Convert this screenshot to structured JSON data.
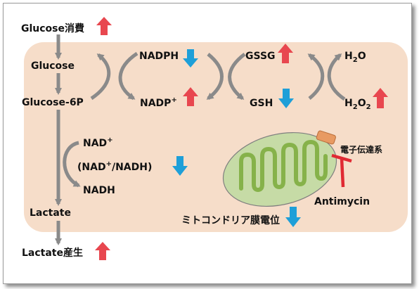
{
  "labels": {
    "glucose_consumption": "Glucose消費",
    "glucose": "Glucose",
    "glucose_6p": "Glucose-6P",
    "nad_plus": "NAD",
    "nad_ratio_prefix": "(NAD",
    "nad_ratio_suffix": "/NADH)",
    "nadh": "NADH",
    "lactate": "Lactate",
    "lactate_production": "Lactate産生",
    "nadph": "NADPH",
    "nadp_plus": "NADP",
    "gssg": "GSSG",
    "gsh": "GSH",
    "h2o_h": "H",
    "h2o_sub": "2",
    "h2o_o": "O",
    "h2o2_h": "H",
    "h2o2_sub1": "2",
    "h2o2_o": "O",
    "h2o2_sub2": "2",
    "etc": "電子伝達系",
    "antimycin": "Antimycin",
    "mito_potential": "ミトコンドリア膜電位",
    "plus_sign": "+"
  },
  "colors": {
    "up_arrow": "#e8474f",
    "down_arrow": "#1e9fd8",
    "background_box": "#f6ddc9",
    "mitochondria_fill": "#c6dba6",
    "mitochondria_cristae": "#86b24a",
    "inhibitor": "#e02a33",
    "etc_block": "#e89a62",
    "pathway_arrow": "#8a8a8a"
  },
  "indicators": {
    "glucose_consumption": "up",
    "nadph": "down",
    "nadp_plus": "up",
    "gssg": "up",
    "gsh": "down",
    "h2o2": "up",
    "nad_ratio": "down",
    "mito_potential": "down",
    "lactate_production": "up"
  }
}
